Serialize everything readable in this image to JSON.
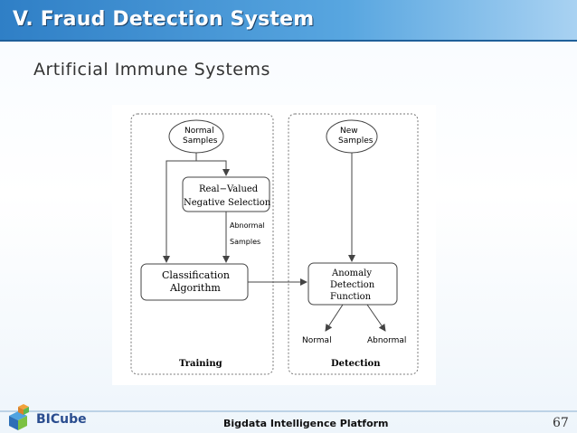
{
  "slide": {
    "title": "V. Fraud Detection System",
    "subtitle": "Artificial Immune Systems",
    "footer": "Bigdata Intelligence Platform",
    "page_number": "67",
    "logo_text": "BICube"
  },
  "diagram": {
    "training_panel": {
      "label": "Training"
    },
    "detection_panel": {
      "label": "Detection"
    },
    "normal_samples": {
      "line1": "Normal",
      "line2": "Samples"
    },
    "new_samples": {
      "line1": "New",
      "line2": "Samples"
    },
    "negative_selection": {
      "line1": "Real−Valued",
      "line2": "Negative Selection"
    },
    "abnormal_samples": {
      "line1": "Abnormal",
      "line2": "Samples"
    },
    "classification": {
      "line1": "Classification",
      "line2": "Algorithm"
    },
    "anomaly": {
      "line1": "Anomaly",
      "line2": "Detection",
      "line3": "Function"
    },
    "out_normal": "Normal",
    "out_abnormal": "Abnormal"
  },
  "colors": {
    "title_bar": "#2f7fc6",
    "logo_blue": "#2a4d8f"
  }
}
